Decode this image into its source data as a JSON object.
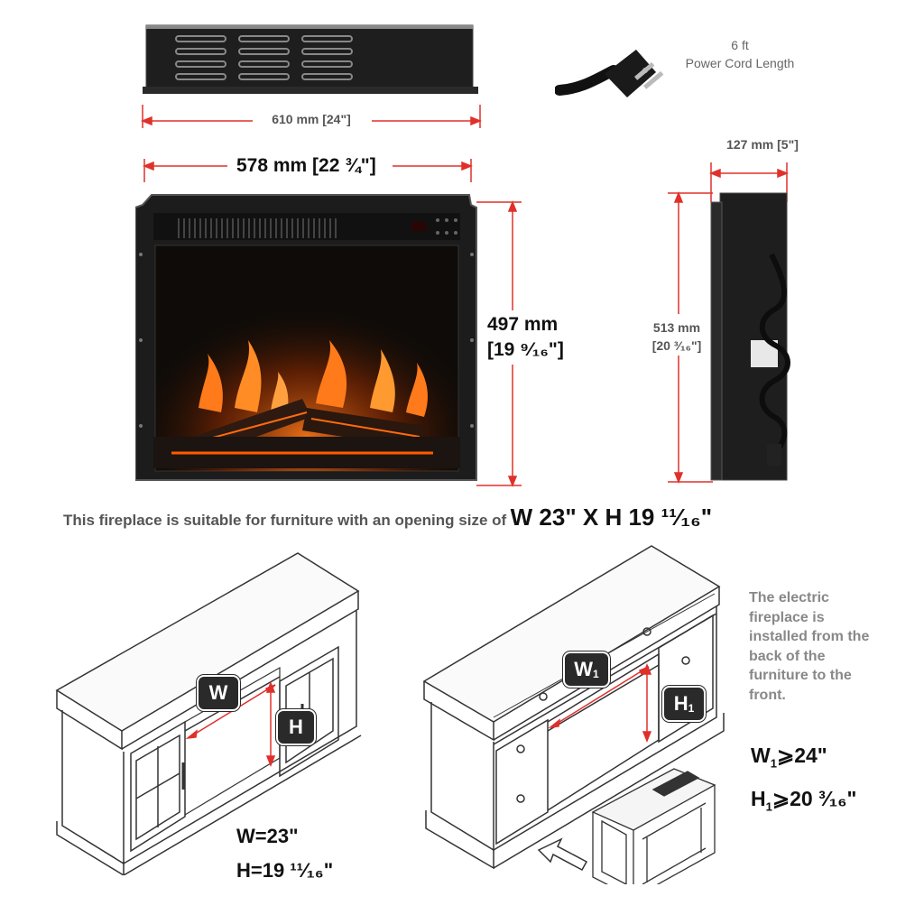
{
  "colors": {
    "dimension_line": "#e0302a",
    "body_dark": "#1e1e1e",
    "flame": "#ff7a1a",
    "label_gray": "#555555"
  },
  "top_view": {
    "width_label": "610 mm [24\"]"
  },
  "power_cord": {
    "length": "6 ft",
    "caption": "Power Cord Length"
  },
  "front_view": {
    "width_label": "578 mm [22 ¾\"]",
    "height_label_mm": "497 mm",
    "height_label_in": "[19 ⁹⁄₁₆\"]"
  },
  "side_view": {
    "depth_label": "127 mm [5\"]",
    "height_label_mm": "513 mm",
    "height_label_in": "[20 ³⁄₁₆\"]"
  },
  "suitability": {
    "text": "This fireplace is suitable for furniture with an opening size of",
    "size": "W 23\" X H 19 ¹¹⁄₁₆\""
  },
  "cabinet_left": {
    "badge_w": "W",
    "badge_h": "H",
    "w_spec": "W=23\"",
    "h_spec": "H=19 ¹¹⁄₁₆\""
  },
  "cabinet_right": {
    "badge_w": "W",
    "badge_w_sub": "1",
    "badge_h": "H",
    "badge_h_sub": "1",
    "w1_base": "W",
    "w1_sub": "1",
    "w1_rule": "⩾24\"",
    "h1_base": "H",
    "h1_sub": "1",
    "h1_rule": "⩾20 ³⁄₁₆\""
  },
  "install_note": "The electric fireplace is installed from the back of the furniture to the front."
}
